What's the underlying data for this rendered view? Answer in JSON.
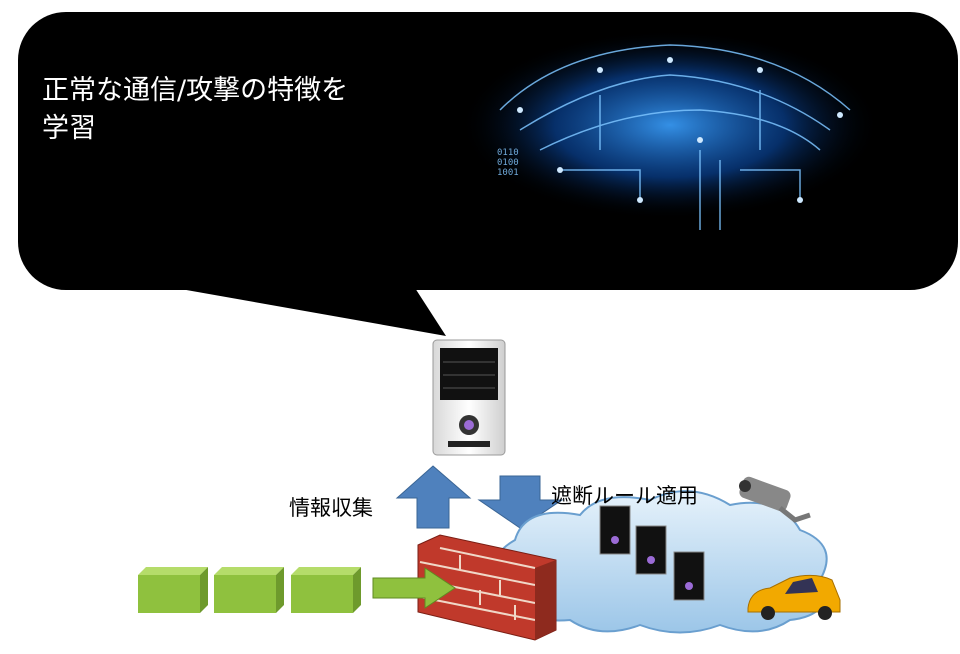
{
  "bubble": {
    "line1": "正常な通信/攻撃の特徴を",
    "line2": "学習"
  },
  "labels": {
    "collect": "情報収集",
    "apply_rule": "遮断ルール適用"
  },
  "brain_binary": [
    "0110",
    "0100",
    "1001"
  ],
  "colors": {
    "bubble": "#000000",
    "arrow_blue": "#4f81bd",
    "green_box": "#8fc13e",
    "brain_glow": "#2f8cff",
    "brick": "#c0392b",
    "cloud": "#bcd9f0",
    "car": "#f2a900"
  }
}
